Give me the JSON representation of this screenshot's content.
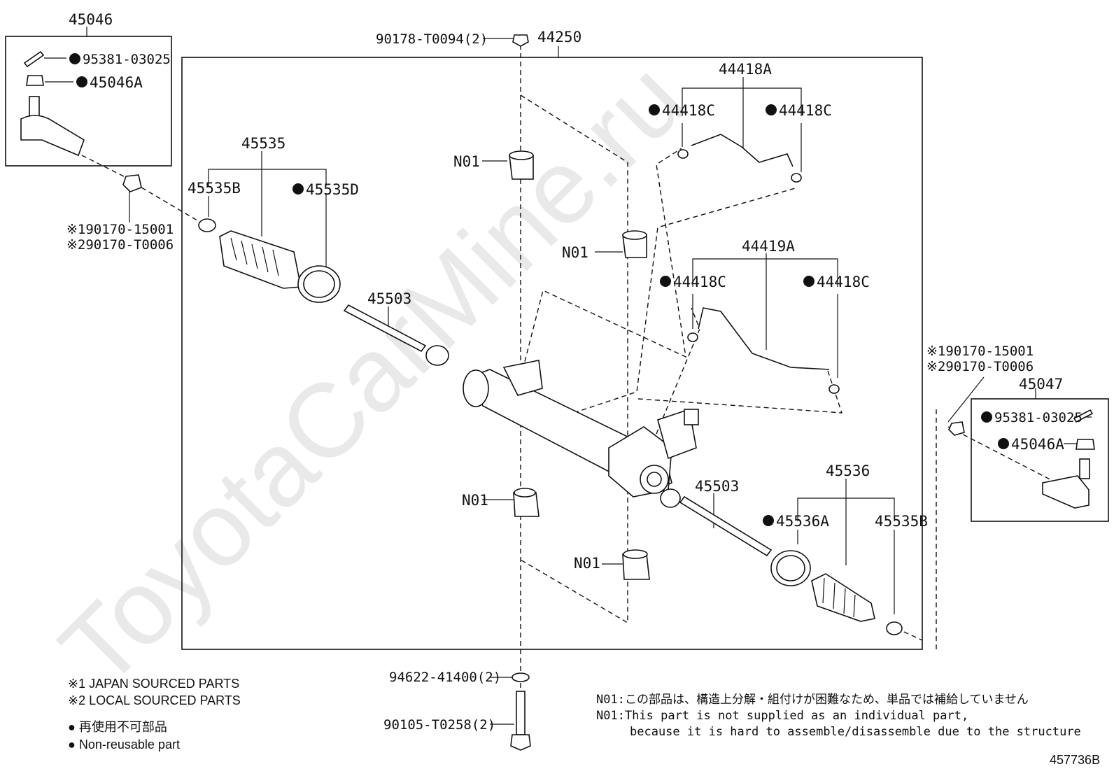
{
  "diagram_id": "457736B",
  "watermark": "ToyotaCarMine.ru",
  "labels": {
    "p45046": "45046",
    "p95381_l": "95381-03025",
    "p45046A_l": "45046A",
    "p190170_l1": "※190170-15001",
    "p290170_l2": "※290170-T0006",
    "p90178": "90178-T0094(2)",
    "p44250": "44250",
    "p45535": "45535",
    "p45535B_l": "45535B",
    "p45535D": "45535D",
    "pN01_a": "N01",
    "pN01_b": "N01",
    "pN01_c": "N01",
    "pN01_d": "N01",
    "p44418A": "44418A",
    "p44418C_a": "44418C",
    "p44418C_b": "44418C",
    "p44419A": "44419A",
    "p44418C_c": "44418C",
    "p44418C_d": "44418C",
    "p45503_l": "45503",
    "p45503_r": "45503",
    "p45536": "45536",
    "p45536A": "45536A",
    "p45535B_r": "45535B",
    "p190170_r1": "※190170-15001",
    "p290170_r2": "※290170-T0006",
    "p45047": "45047",
    "p95381_r": "95381-03025",
    "p45046A_r": "45046A",
    "p94622": "94622-41400(2)",
    "p90105": "90105-T0258(2)"
  },
  "notes": {
    "japan": "※1 JAPAN SOURCED PARTS",
    "local": "※2 LOCAL SOURCED PARTS",
    "nonreuse_jp": "● 再使用不可部品",
    "nonreuse_en": "● Non-reusable part",
    "n01_jp": "N01:この部品は、構造上分解・組付けが困難なため、単品では補給していません",
    "n01_en1": "N01:This part is not supplied as an individual part,",
    "n01_en2": "because it is hard to assemble/disassemble due to the structure"
  }
}
